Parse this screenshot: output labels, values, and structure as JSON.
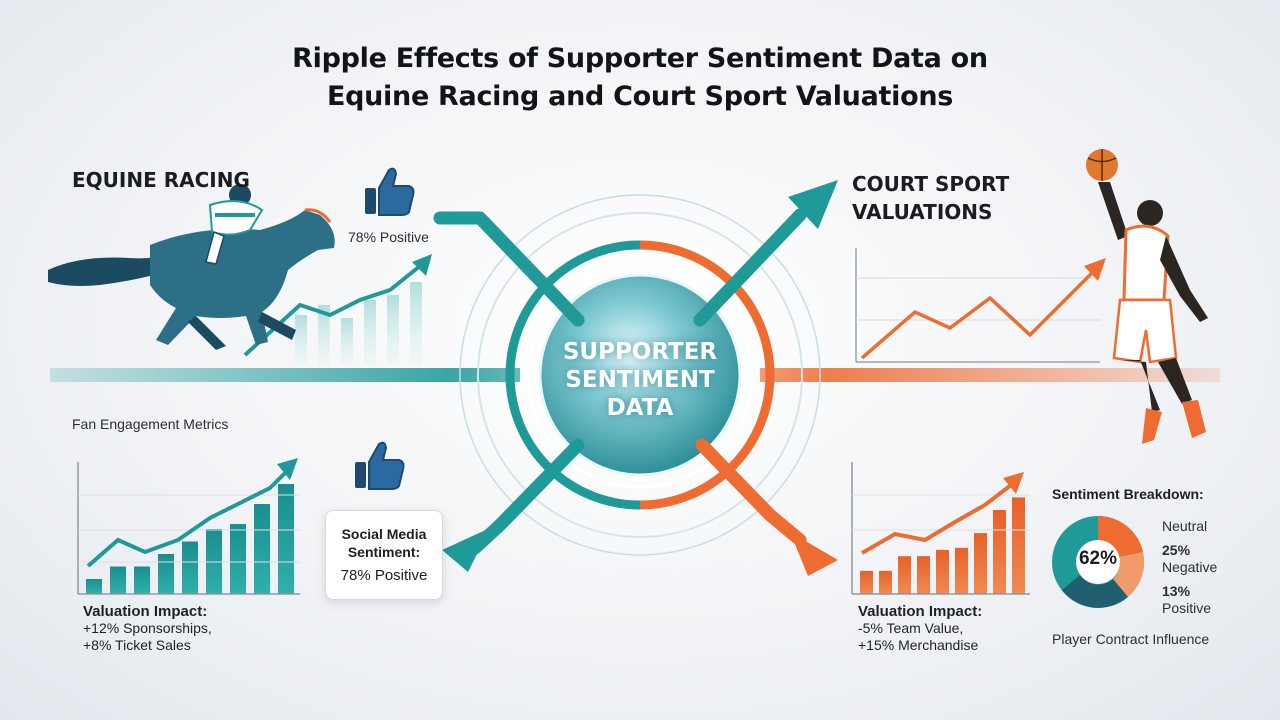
{
  "title": {
    "line1": "Ripple Effects of Supporter Sentiment Data on",
    "line2": "Equine Racing and Court Sport Valuations"
  },
  "hub": {
    "line1": "SUPPORTER",
    "line2": "SENTIMENT",
    "line3": "DATA"
  },
  "equine": {
    "title": "EQUINE RACING",
    "positive_label": "78% Positive",
    "engagement_label": "Fan Engagement Metrics",
    "chart_bars": [
      0.12,
      0.22,
      0.22,
      0.32,
      0.42,
      0.52,
      0.56,
      0.72,
      0.88
    ],
    "impact_head": "Valuation Impact:",
    "impact_line1": "+12% Sponsorships,",
    "impact_line2": "+8% Ticket Sales"
  },
  "social": {
    "line1": "Social Media",
    "line2": "Sentiment:",
    "value": "78% Positive"
  },
  "court": {
    "title_line1": "COURT SPORT",
    "title_line2": "VALUATIONS",
    "chart_bars": [
      0.22,
      0.22,
      0.36,
      0.36,
      0.42,
      0.44,
      0.58,
      0.8,
      0.92
    ],
    "impact_head": "Valuation Impact:",
    "impact_line1": "-5% Team Value,",
    "impact_line2": "+15% Merchandise"
  },
  "breakdown": {
    "title": "Sentiment Breakdown:",
    "center_pct": "62%",
    "neutral_label": "Neutral",
    "negative_pct": "25%",
    "negative_label": "Negative",
    "positive_pct": "13%",
    "positive_label": "Positive",
    "footer": "Player Contract Influence"
  },
  "colors": {
    "teal": "#1f9a98",
    "teal_dark": "#156e74",
    "orange": "#ee6b32",
    "navy": "#1f4a6e"
  }
}
